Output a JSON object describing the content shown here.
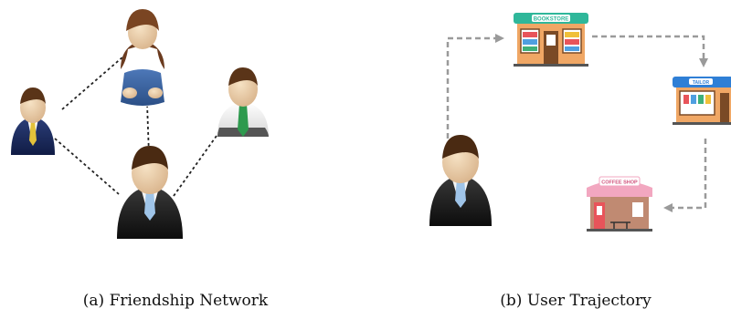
{
  "panels": [
    {
      "caption": "(a) Friendship Network"
    },
    {
      "caption": "(b) User Trajectory"
    }
  ],
  "stores": {
    "bookstore": {
      "sign": "BOOKSTORE",
      "icon": "bookstore-icon",
      "awning_color": "#2fb79a"
    },
    "tailor": {
      "sign": "TAILOR",
      "icon": "tailor-shop-icon",
      "awning_color": "#2f7fd6"
    },
    "coffee": {
      "sign": "COFFEE SHOP",
      "icon": "coffee-shop-icon",
      "awning_color": "#f2a7c0"
    }
  },
  "colors": {
    "network_edge": "#222222",
    "trajectory_arrow": "#9a9a9a"
  }
}
